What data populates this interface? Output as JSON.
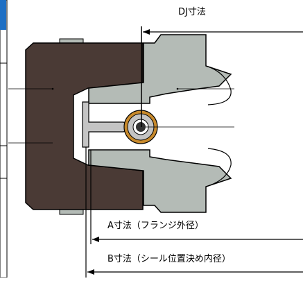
{
  "labels": {
    "dj": "DJ寸法",
    "a": "A寸法（フランジ外径）",
    "b": "B寸法（シール位置決め内径）"
  },
  "colors": {
    "body_brown": "#4a3a35",
    "steel_gray": "#b4bbb6",
    "seal_metal": "#c4c4c4",
    "spring_copper": "#c88a2c",
    "sidebar_blue": "#1e6fc4",
    "line": "#000000"
  }
}
